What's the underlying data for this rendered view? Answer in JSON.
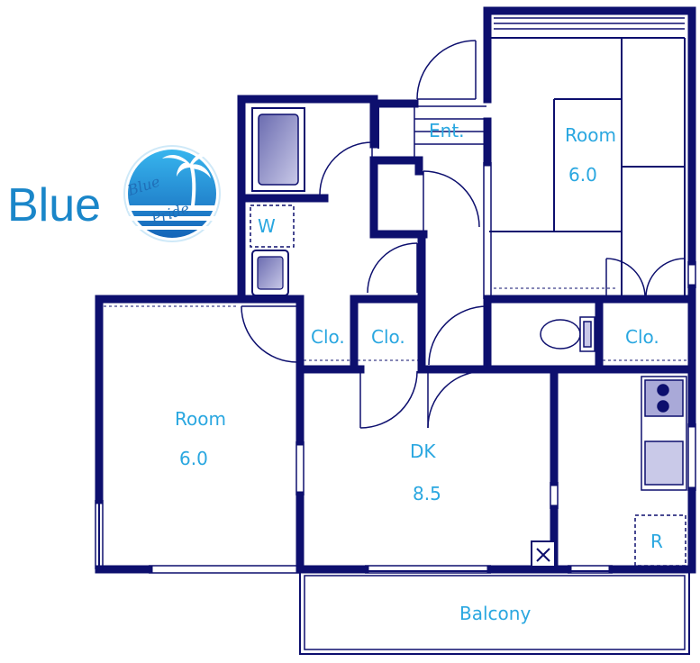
{
  "brand": {
    "name": "Blue",
    "logo_text_1": "Blue",
    "logo_text_2": "Pride"
  },
  "rooms": {
    "room_upper_label": "Room",
    "room_upper_size": "6.0",
    "room_left_label": "Room",
    "room_left_size": "6.0",
    "dk_label": "DK",
    "dk_size": "8.5",
    "entrance": "Ent.",
    "washer": "W",
    "closet_1": "Clo.",
    "closet_2": "Clo.",
    "closet_3": "Clo.",
    "refrigerator": "R",
    "balcony": "Balcony"
  },
  "colors": {
    "wall": "#0d0f6e",
    "label": "#2aa7e0",
    "fixture": "#a9a9d8",
    "logo": "#1a86c9"
  }
}
